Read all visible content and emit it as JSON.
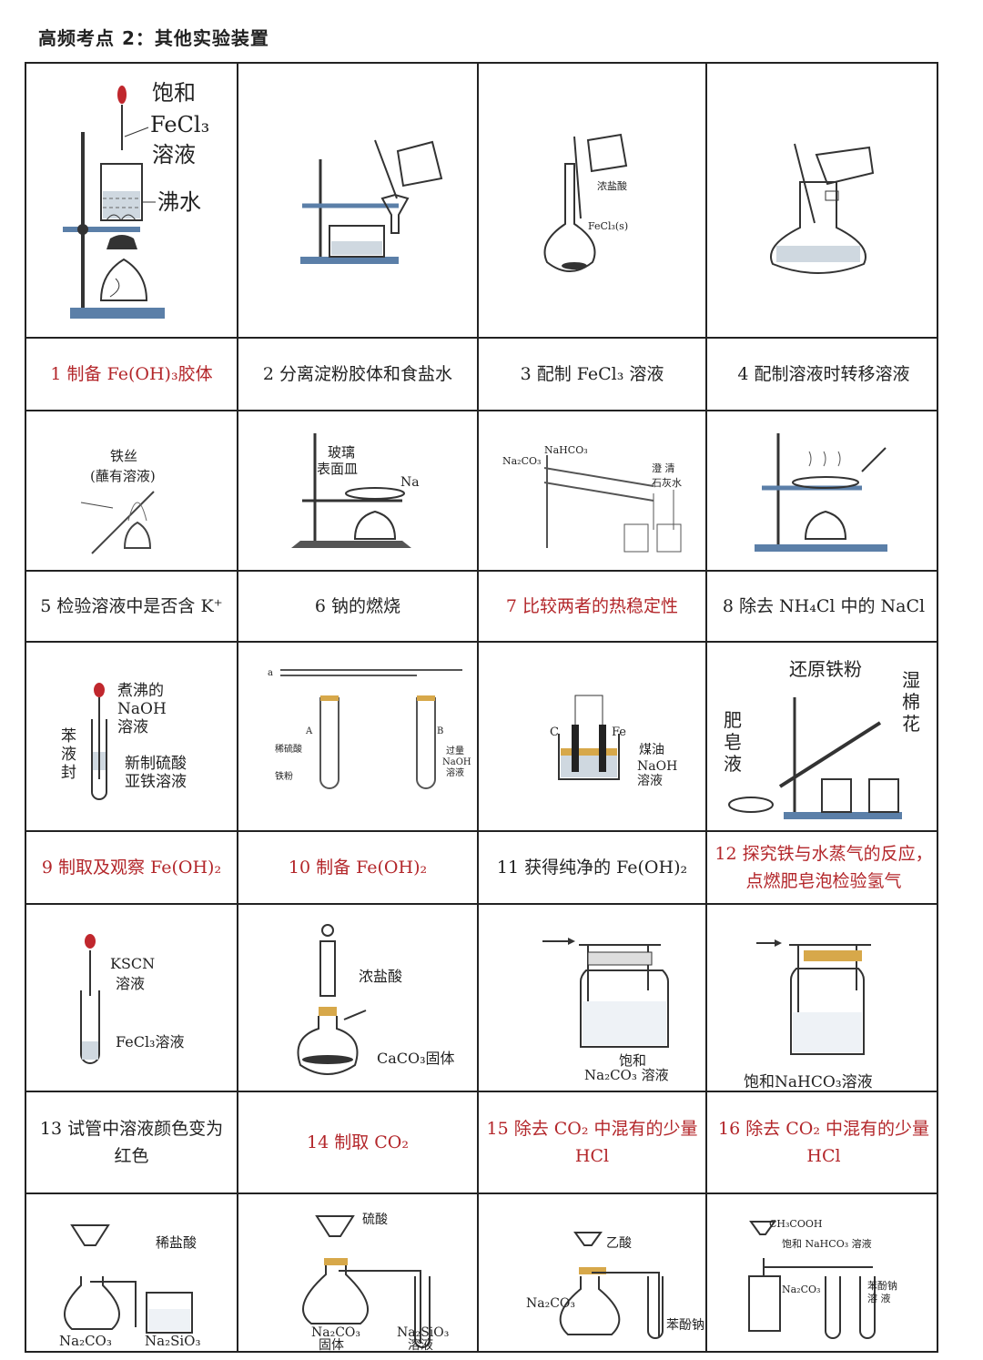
{
  "page": {
    "title": "高频考点 2：其他实验装置"
  },
  "captions": [
    {
      "text": "1 制备 Fe(OH)₃胶体",
      "color": "red"
    },
    {
      "text": "2 分离淀粉胶体和食盐水",
      "color": "black"
    },
    {
      "text": "3 配制  FeCl₃ 溶液",
      "color": "black"
    },
    {
      "text": "4 配制溶液时转移溶液",
      "color": "black"
    },
    {
      "text": "5 检验溶液中是否含 K⁺",
      "color": "black"
    },
    {
      "text": "6 钠的燃烧",
      "color": "black"
    },
    {
      "text": "7 比较两者的热稳定性",
      "color": "red"
    },
    {
      "text": "8 除去 NH₄Cl 中的 NaCl",
      "color": "black"
    },
    {
      "text": "9 制取及观察 Fe(OH)₂",
      "color": "red"
    },
    {
      "text": "10 制备 Fe(OH)₂",
      "color": "red"
    },
    {
      "text": "11 获得纯净的 Fe(OH)₂",
      "color": "black"
    },
    {
      "text": "12 探究铁与水蒸气的反应，点燃肥皂泡检验氢气",
      "color": "red"
    },
    {
      "text": "13 试管中溶液颜色变为红色",
      "color": "black"
    },
    {
      "text": "14 制取 CO₂",
      "color": "red"
    },
    {
      "text": "15 除去 CO₂ 中混有的少量 HCl",
      "color": "red"
    },
    {
      "text": "16 除去 CO₂ 中混有的少量 HCl",
      "color": "red"
    }
  ],
  "labels": {
    "d1": {
      "a": "饱和",
      "b": "FeCl₃",
      "c": "溶液",
      "d": "沸水"
    },
    "d3": {
      "a": "浓盐酸",
      "b": "FeCl₃(s)"
    },
    "d5": {
      "a": "铁丝",
      "b": "(蘸有溶液)"
    },
    "d6": {
      "a": "玻璃",
      "b": "表面皿",
      "c": "Na"
    },
    "d7": {
      "a": "Na₂CO₃",
      "b": "NaHCO₃",
      "c": "澄 清",
      "d": "石灰水"
    },
    "d9": {
      "a": "煮沸的",
      "b": "NaOH",
      "c": "溶液",
      "d": "苯",
      "e": "液",
      "f": "封",
      "g": "新制硫酸",
      "h": "亚铁溶液"
    },
    "d10": {
      "a": "a",
      "b": "A",
      "c": "B",
      "d": "稀硫酸",
      "e": "铁粉",
      "f": "过量",
      "g": "NaOH",
      "h": "溶液"
    },
    "d11": {
      "a": "C",
      "b": "Fe",
      "c": "煤油",
      "d": "NaOH",
      "e": "溶液"
    },
    "d12": {
      "a": "还原铁粉",
      "b": "湿",
      "c": "棉",
      "d": "花",
      "e": "肥",
      "f": "皂",
      "g": "液"
    },
    "d13": {
      "a": "KSCN",
      "b": "溶液",
      "c": "FeCl₃溶液"
    },
    "d14": {
      "a": "浓盐酸",
      "b": "CaCO₃固体"
    },
    "d15": {
      "a": "饱和",
      "b": "Na₂CO₃ 溶液"
    },
    "d16": {
      "a": "饱和NaHCO₃溶液"
    },
    "d17": {
      "a": "稀盐酸",
      "b": "Na₂CO₃",
      "c": "Na₂SiO₃"
    },
    "d18": {
      "a": "硫酸",
      "b": "Na₂CO₃",
      "c": "固体",
      "d": "Na₂SiO₃",
      "e": "溶液"
    },
    "d19": {
      "a": "乙酸",
      "b": "Na₂CO₃",
      "c": "苯酚钠"
    },
    "d20": {
      "a": "CH₃COOH",
      "b": "饱和 NaHCO₃ 溶液",
      "c": "Na₂CO₃",
      "d": "苯酚钠",
      "e": "溶 液"
    }
  }
}
